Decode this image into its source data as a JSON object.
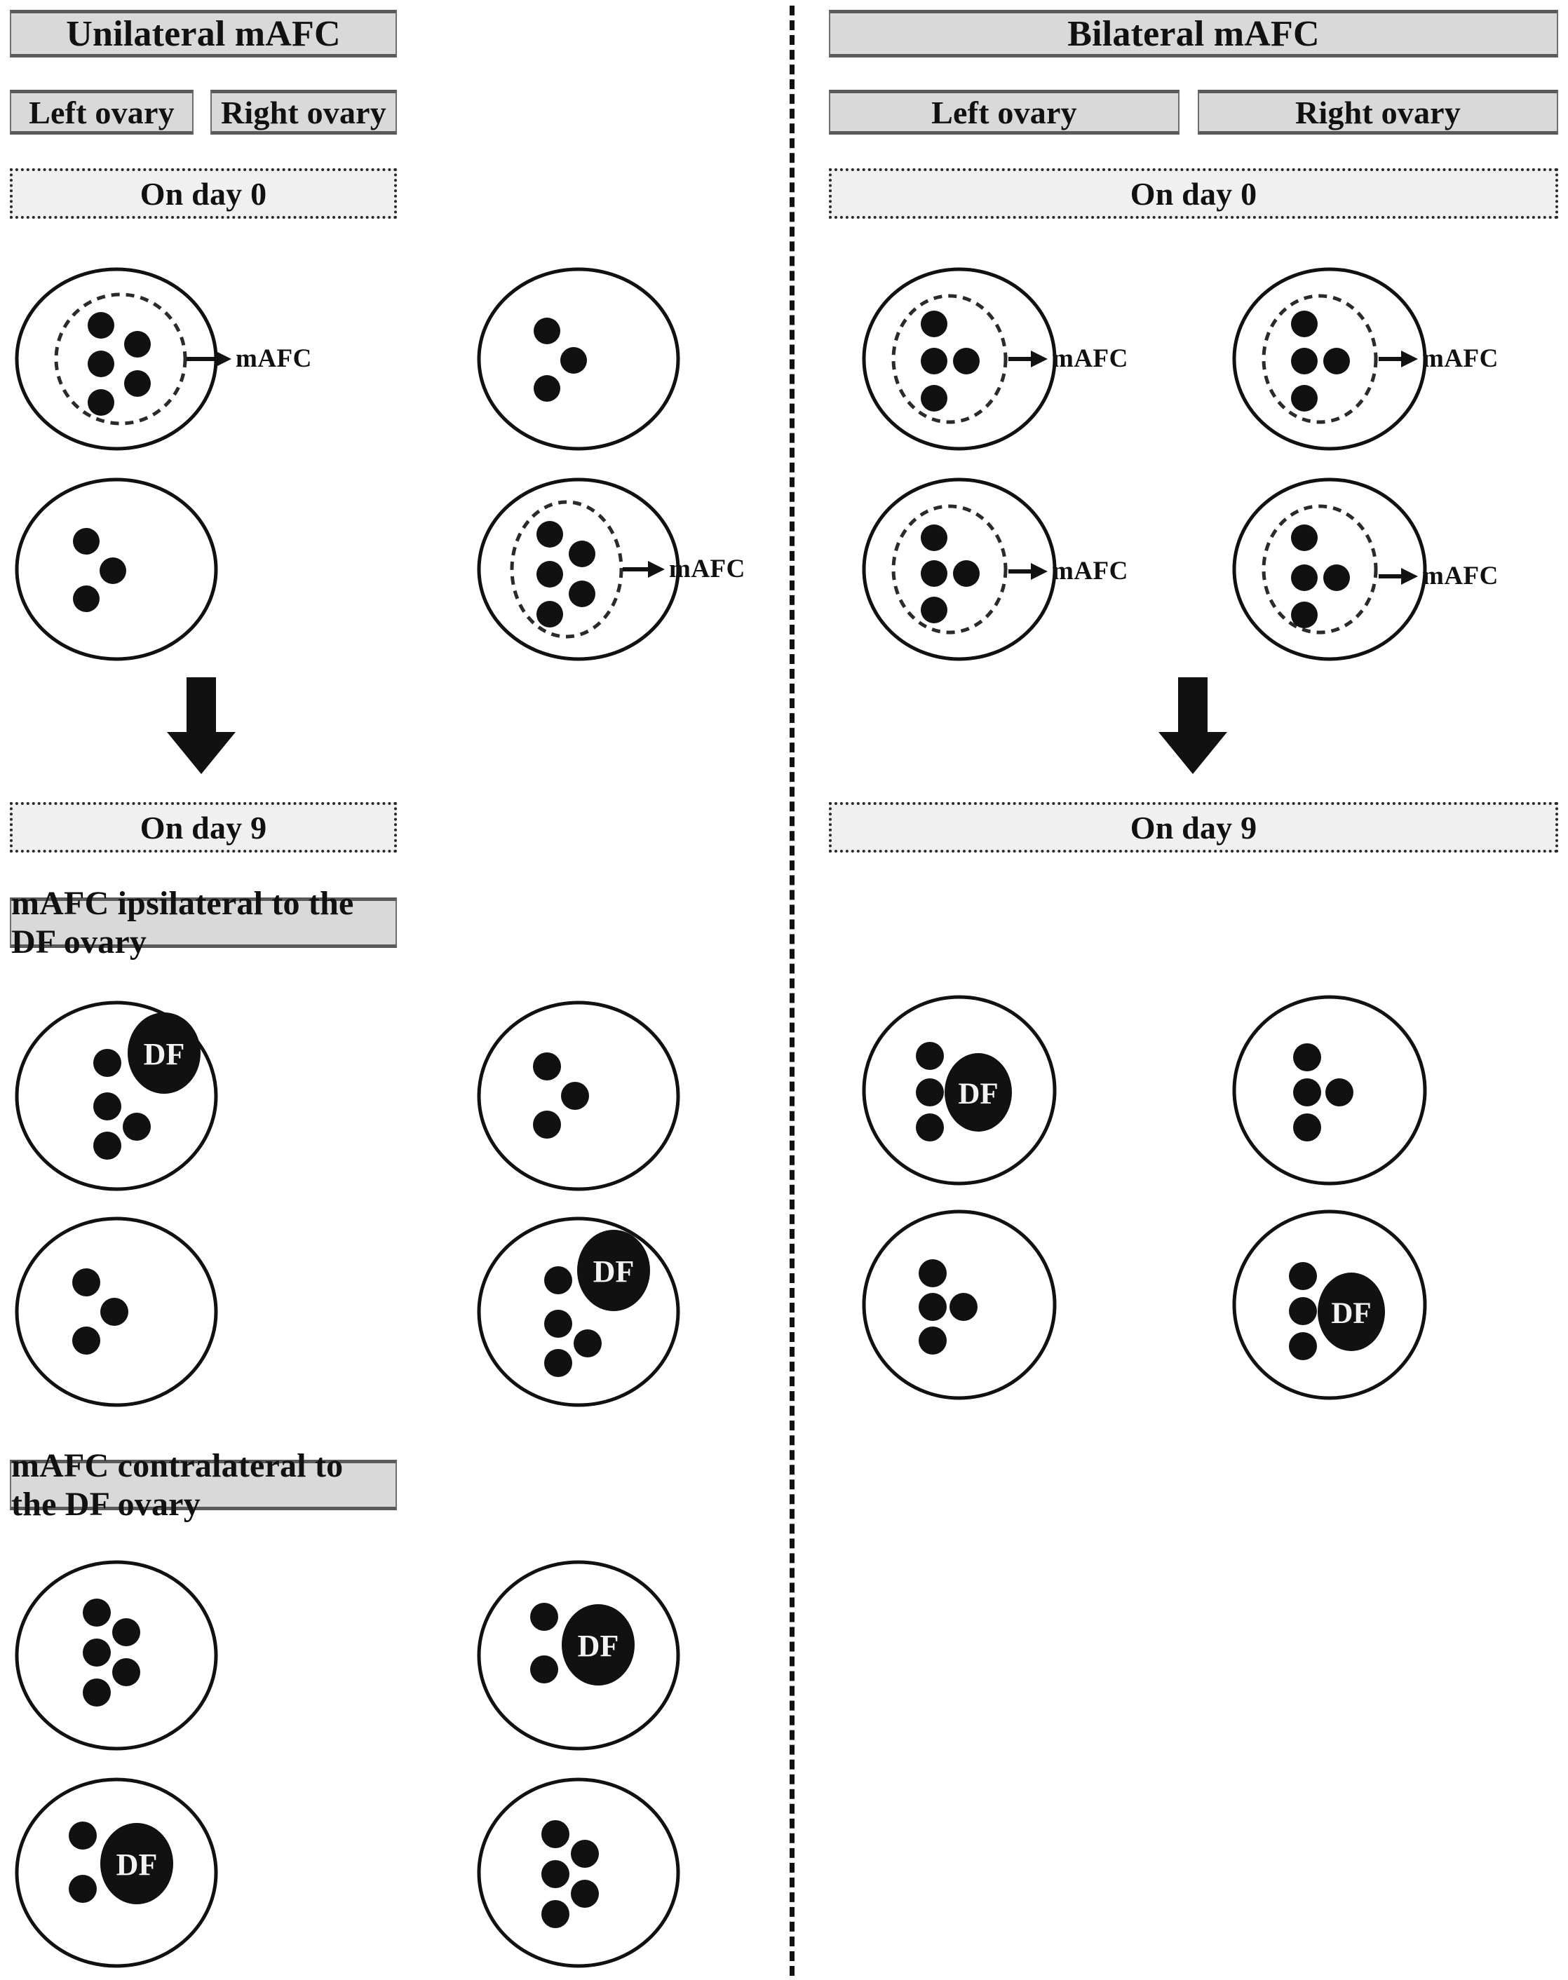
{
  "figure": {
    "type": "schematic-diagram",
    "subject": "Ovarian antral follicle count (mAFC) and dominant follicle (DF) development",
    "follicle_marker": "small-black-dot",
    "dominant_follicle_marker": "large-black-ellipse-labeled-DF",
    "mafc_marker": "dashed-outline-grouping",
    "colors": {
      "box_fill": "#d9d9d9",
      "box_border": "#6e6e6e",
      "dotted_box_fill": "#f0f0f0",
      "ink": "#111111",
      "page": "#ffffff"
    }
  },
  "left_panel": {
    "title": "Unilateral mAFC",
    "columns": [
      "Left ovary",
      "Right ovary"
    ],
    "day0_label": "On day 0",
    "day9_label": "On day 9",
    "arrow": "down-arrow",
    "mafc_text": "mAFC",
    "df_text": "DF",
    "day0_rows": [
      {
        "left": {
          "follicles": 5,
          "mafc": true,
          "df": false,
          "mafc_label": "mAFC"
        },
        "right": {
          "follicles": 3,
          "mafc": false,
          "df": false,
          "mafc_label": ""
        }
      },
      {
        "left": {
          "follicles": 3,
          "mafc": false,
          "df": false,
          "mafc_label": ""
        },
        "right": {
          "follicles": 5,
          "mafc": true,
          "df": false,
          "mafc_label": "mAFC"
        }
      }
    ],
    "sections": [
      {
        "heading": "mAFC ipsilateral to the DF ovary",
        "rows": [
          {
            "left": {
              "follicles": 4,
              "mafc": false,
              "df": true,
              "df_label": "DF"
            },
            "right": {
              "follicles": 3,
              "mafc": false,
              "df": false,
              "df_label": ""
            }
          },
          {
            "left": {
              "follicles": 3,
              "mafc": false,
              "df": false,
              "df_label": ""
            },
            "right": {
              "follicles": 4,
              "mafc": false,
              "df": true,
              "df_label": "DF"
            }
          }
        ]
      },
      {
        "heading": "mAFC contralateral to the DF ovary",
        "rows": [
          {
            "left": {
              "follicles": 5,
              "mafc": false,
              "df": false,
              "df_label": ""
            },
            "right": {
              "follicles": 2,
              "mafc": false,
              "df": true,
              "df_label": "DF"
            }
          },
          {
            "left": {
              "follicles": 2,
              "mafc": false,
              "df": true,
              "df_label": "DF"
            },
            "right": {
              "follicles": 5,
              "mafc": false,
              "df": false,
              "df_label": ""
            }
          }
        ]
      }
    ]
  },
  "right_panel": {
    "title": "Bilateral mAFC",
    "columns": [
      "Left ovary",
      "Right ovary"
    ],
    "day0_label": "On day 0",
    "day9_label": "On day 9",
    "arrow": "down-arrow",
    "mafc_text": "mAFC",
    "df_text": "DF",
    "day0_rows": [
      {
        "left": {
          "follicles": 4,
          "mafc": true,
          "df": false,
          "mafc_label": "mAFC"
        },
        "right": {
          "follicles": 4,
          "mafc": true,
          "df": false,
          "mafc_label": "mAFC"
        }
      },
      {
        "left": {
          "follicles": 4,
          "mafc": true,
          "df": false,
          "mafc_label": "mAFC"
        },
        "right": {
          "follicles": 4,
          "mafc": true,
          "df": false,
          "mafc_label": "mAFC"
        }
      }
    ],
    "day9_rows": [
      {
        "left": {
          "follicles": 3,
          "mafc": false,
          "df": true,
          "df_label": "DF"
        },
        "right": {
          "follicles": 4,
          "mafc": false,
          "df": false,
          "df_label": ""
        }
      },
      {
        "left": {
          "follicles": 4,
          "mafc": false,
          "df": false,
          "df_label": ""
        },
        "right": {
          "follicles": 3,
          "mafc": false,
          "df": true,
          "df_label": "DF"
        }
      }
    ]
  }
}
